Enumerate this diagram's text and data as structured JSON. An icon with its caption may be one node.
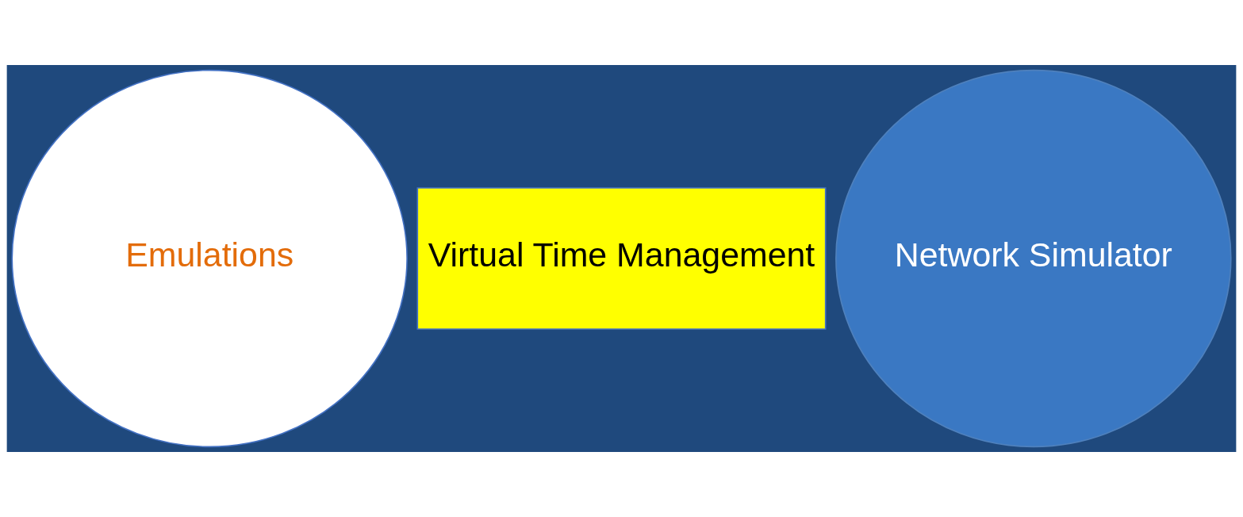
{
  "diagram": {
    "nodes": [
      {
        "text": [
          "Emulations"
        ]
      },
      {
        "text": [
          "Virtual Time Management"
        ]
      },
      {
        "text": [
          "Network Simulator"
        ]
      }
    ]
  }
}
